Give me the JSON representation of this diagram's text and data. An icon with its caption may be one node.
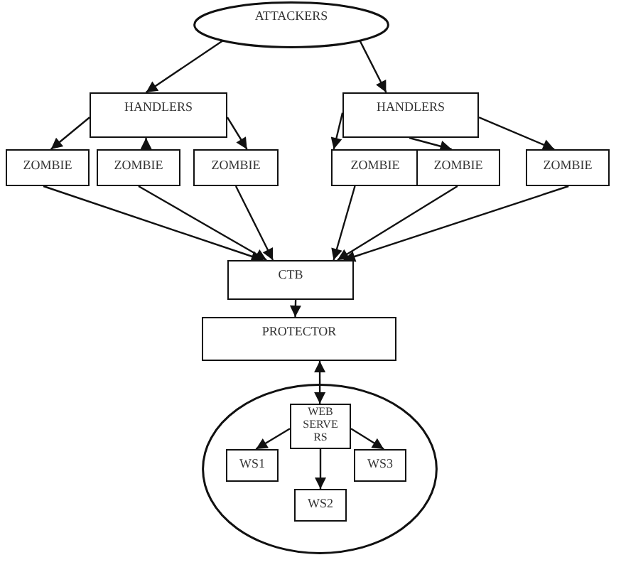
{
  "diagram": {
    "nodes": [
      {
        "text": [
          "ATTACKERS"
        ]
      },
      {
        "text": [
          "HANDLERS"
        ]
      },
      {
        "text": [
          "HANDLERS"
        ]
      },
      {
        "text": [
          "ZOMBIE"
        ]
      },
      {
        "text": [
          "ZOMBIE"
        ]
      },
      {
        "text": [
          "ZOMBIE"
        ]
      },
      {
        "text": [
          "ZOMBIE"
        ]
      },
      {
        "text": [
          "ZOMBIE"
        ]
      },
      {
        "text": [
          "ZOMBIE"
        ]
      },
      {
        "text": [
          "CTB"
        ]
      },
      {
        "text": [
          "PROTECTOR"
        ]
      },
      {
        "text": [],
        "shape": "ellipse"
      },
      {
        "text": [
          "WEB SERVERS"
        ],
        "in": 11
      },
      {
        "text": [
          "WS1"
        ],
        "in": 11
      },
      {
        "text": [
          "WS3"
        ],
        "in": 11
      },
      {
        "text": [
          "WS2"
        ],
        "in": 11
      }
    ],
    "edges": [
      {
        "from": 0,
        "to": 1,
        "arrow": "to"
      },
      {
        "from": 0,
        "to": 2,
        "arrow": "to"
      },
      {
        "from": 1,
        "to": 3,
        "arrow": "to"
      },
      {
        "from": 4,
        "to": 1,
        "arrow": "to"
      },
      {
        "from": 1,
        "to": 5,
        "arrow": "to"
      },
      {
        "from": 2,
        "to": 6,
        "arrow": "to"
      },
      {
        "from": 2,
        "to": 7,
        "arrow": "to"
      },
      {
        "from": 2,
        "to": 8,
        "arrow": "to"
      },
      {
        "from": 3,
        "to": 9,
        "arrow": "to"
      },
      {
        "from": 4,
        "to": 9,
        "arrow": "to"
      },
      {
        "from": 5,
        "to": 9,
        "arrow": "to"
      },
      {
        "from": 6,
        "to": 9,
        "arrow": "to"
      },
      {
        "from": 7,
        "to": 9,
        "arrow": "to"
      },
      {
        "from": 8,
        "to": 9,
        "arrow": "to"
      },
      {
        "from": 9,
        "to": 10,
        "arrow": "to"
      },
      {
        "from": 10,
        "to": 12,
        "arrow": "both"
      },
      {
        "from": 12,
        "to": 13,
        "arrow": "to"
      },
      {
        "from": 12,
        "to": 15,
        "arrow": "to"
      },
      {
        "from": 12,
        "to": 14,
        "arrow": "to"
      }
    ]
  }
}
